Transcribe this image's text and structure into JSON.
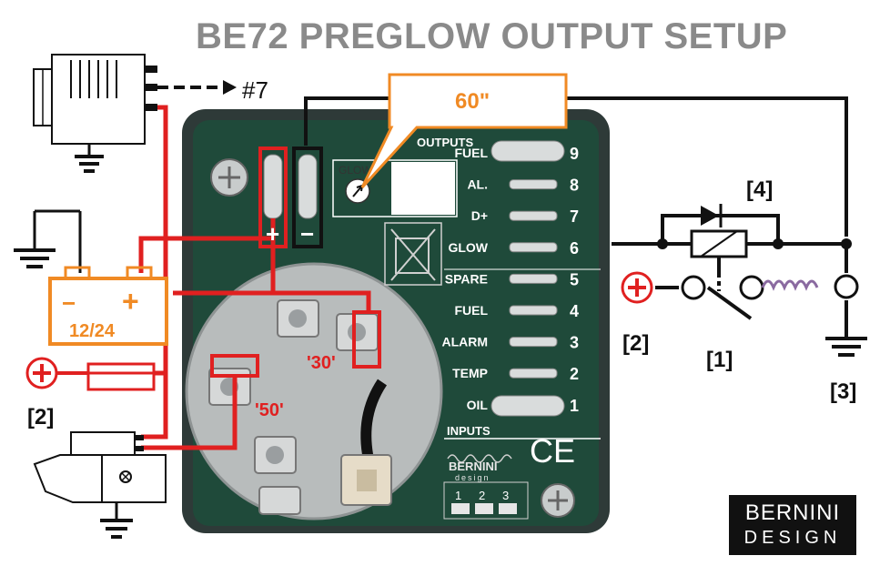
{
  "title": "BE72 PREGLOW OUTPUT SETUP",
  "timer_value": "60\"",
  "alternator_ref": "#7",
  "battery": {
    "voltage": "12/24",
    "minus": "−",
    "plus": "+"
  },
  "terminal_plus": "+",
  "terminal_minus": "−",
  "glow_dial_label": "GLOW",
  "outputs_header": "OUTPUTS",
  "inputs_header": "INPUTS",
  "inputs": [
    "1",
    "2",
    "3"
  ],
  "terminals": [
    {
      "label": "FUEL",
      "num": "9"
    },
    {
      "label": "AL.",
      "num": "8"
    },
    {
      "label": "D+",
      "num": "7"
    },
    {
      "label": "GLOW",
      "num": "6"
    },
    {
      "label": "SPARE",
      "num": "5"
    },
    {
      "label": "FUEL",
      "num": "4"
    },
    {
      "label": "ALARM",
      "num": "3"
    },
    {
      "label": "TEMP",
      "num": "2"
    },
    {
      "label": "OIL",
      "num": "1"
    }
  ],
  "key_terminals": {
    "t30": "'30'",
    "t50": "'50'"
  },
  "refs": {
    "r1": "[1]",
    "r2_left": "[2]",
    "r2_right": "[2]",
    "r3": "[3]",
    "r4": "[4]"
  },
  "board_brand": "BERNINI",
  "board_brand_sub": "design",
  "ce_mark": "CE",
  "logo": {
    "line1": "BERNINI",
    "line2": "DESIGN"
  },
  "colors": {
    "red_wire": "#e02020",
    "orange": "#f08a24",
    "board": "#1f4a3a",
    "title_grey": "#8a8a8a"
  }
}
